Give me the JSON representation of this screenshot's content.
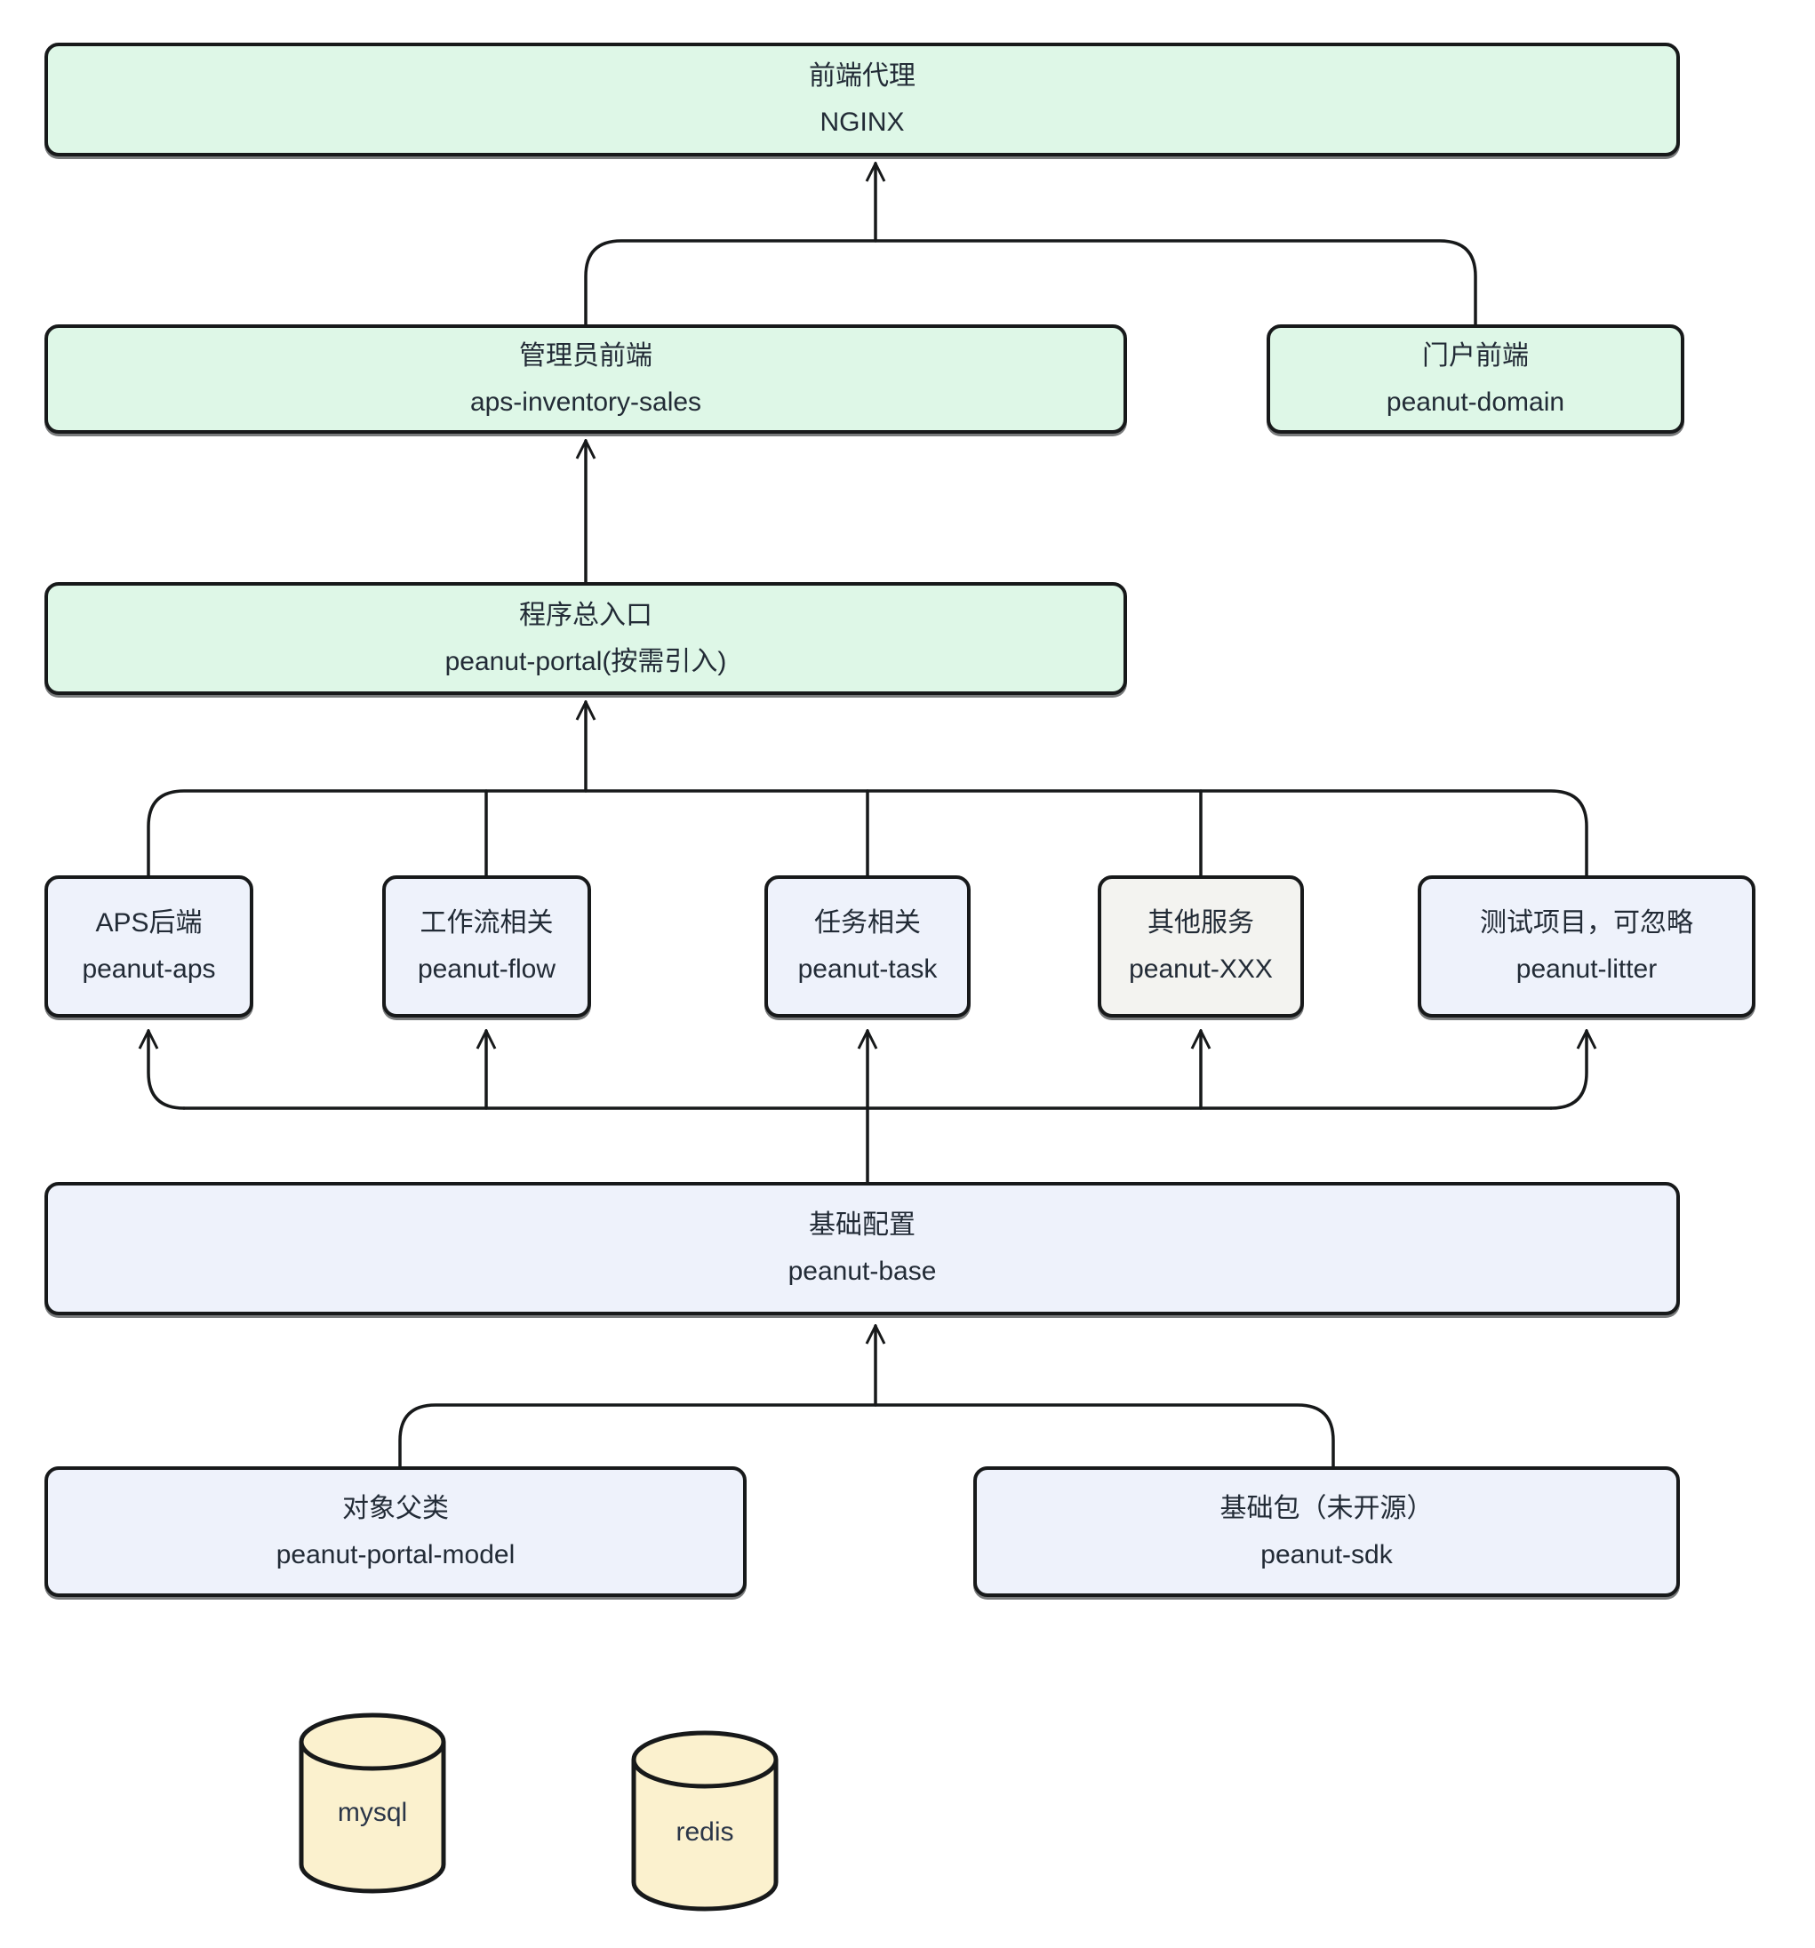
{
  "colors": {
    "frontend_green_fill": "#def7e7",
    "service_blue_fill": "#eef2fb",
    "other_gray_fill": "#f3f3f0",
    "database_cream_fill": "#fbf1ce",
    "line_color": "#17191a",
    "text_color": "#222b36"
  },
  "nodes": {
    "nginx": {
      "title": "前端代理",
      "subtitle": "NGINX"
    },
    "admin": {
      "title": "管理员前端",
      "subtitle": "aps-inventory-sales"
    },
    "domain": {
      "title": "门户前端",
      "subtitle": "peanut-domain"
    },
    "portal": {
      "title": "程序总入口",
      "subtitle": "peanut-portal(按需引入)"
    },
    "aps": {
      "title": "APS后端",
      "subtitle": "peanut-aps"
    },
    "flow": {
      "title": "工作流相关",
      "subtitle": "peanut-flow"
    },
    "task": {
      "title": "任务相关",
      "subtitle": "peanut-task"
    },
    "other": {
      "title": "其他服务",
      "subtitle": "peanut-XXX"
    },
    "litter": {
      "title": "测试项目，可忽略",
      "subtitle": "peanut-litter"
    },
    "base": {
      "title": "基础配置",
      "subtitle": "peanut-base"
    },
    "model": {
      "title": "对象父类",
      "subtitle": "peanut-portal-model"
    },
    "sdk": {
      "title": "基础包（未开源）",
      "subtitle": "peanut-sdk"
    }
  },
  "databases": {
    "mysql": {
      "label": "mysql"
    },
    "redis": {
      "label": "redis"
    }
  }
}
